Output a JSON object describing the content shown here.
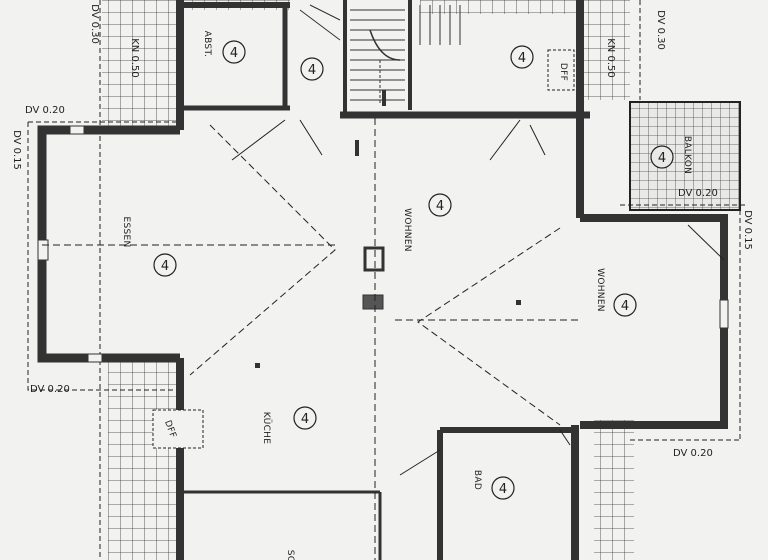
{
  "plan": {
    "rooms": {
      "essen": "ESSEN",
      "wohnen_main": "WOHNEN",
      "wohnen_right": "WOHNEN",
      "kueche": "KÜCHE",
      "bad": "BAD",
      "abst": "ABST.",
      "balkon": "BALKON",
      "sc": "SC"
    },
    "room_number": "4",
    "dims": {
      "dv020_tl": "DV 0.20",
      "dv015_l": "DV 0.15",
      "kn050_l": "KN 0.50",
      "dv030_tl": "DV 0.30",
      "dv030_tr": "DV 0.30",
      "kn050_r": "KN 0.50",
      "dv020_bl": "DV 0.20",
      "dv020_br": "DV 0.20",
      "dv020_balk": "DV 0.20",
      "dv015_r": "DV 0.15"
    },
    "skylight_tag": "DFF"
  }
}
